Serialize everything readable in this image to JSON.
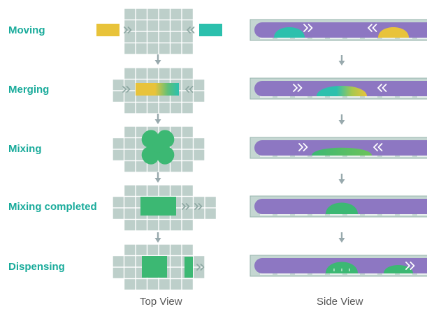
{
  "colors": {
    "label": "#1aab9b",
    "view_label": "#555555",
    "grid_cell": "#bdcfca",
    "grid_border": "#dde6e3",
    "rail_outer": "#c5d7d2",
    "rail_stroke": "#98b4ad",
    "channel": "#8d77c2",
    "droplet_yellow": "#e8c33a",
    "droplet_teal": "#2cc0ad",
    "droplet_green": "#3cb873",
    "arrow_gray": "#98a9ad",
    "chevron": "#ffffff",
    "chevron_grid": "#8ea8a3"
  },
  "steps": [
    {
      "label": "Moving"
    },
    {
      "label": "Merging"
    },
    {
      "label": "Mixing"
    },
    {
      "label": "Mixing completed"
    },
    {
      "label": "Dispensing"
    }
  ],
  "views": {
    "top": "Top  View",
    "side": "Side View"
  },
  "icons": {
    "flow_arrow": "down-arrow-icon",
    "chevron_right": "double-chevron-right-icon",
    "chevron_left": "double-chevron-left-icon"
  }
}
